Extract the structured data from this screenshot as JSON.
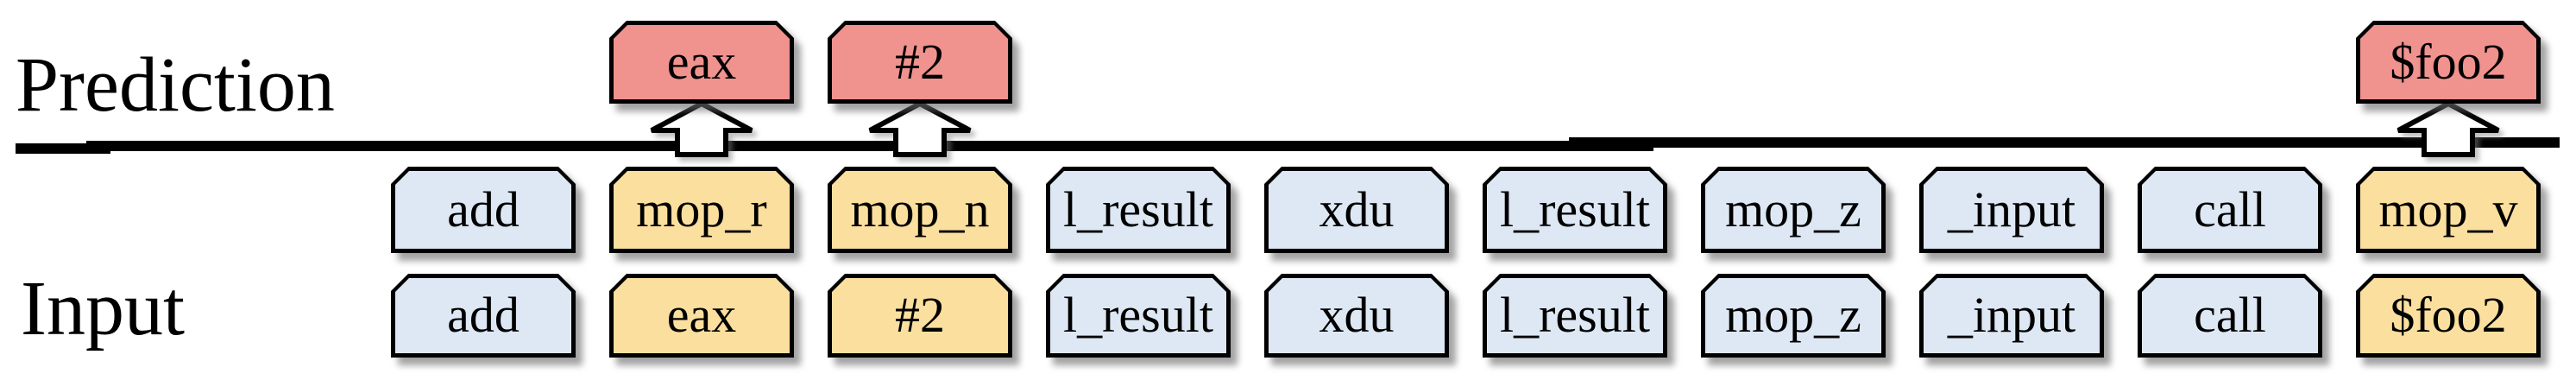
{
  "figure": {
    "prediction_label": "Prediction",
    "input_label": "Input"
  },
  "colors": {
    "predicted": "#f0928e",
    "masked": "#fbdf9e",
    "token": "#dee8f4",
    "border": "#000000",
    "divider": "#000000",
    "arrow_fill": "#ffffff",
    "text": "#000000",
    "background": "#ffffff"
  },
  "rows": {
    "prediction": {
      "tokens": [
        {
          "text": "eax",
          "col": 2
        },
        {
          "text": "#2",
          "col": 3
        },
        {
          "text": "$foo2",
          "col": 10
        }
      ]
    },
    "masked_input": {
      "tokens": [
        {
          "text": "add",
          "type": "normal"
        },
        {
          "text": "mop_r",
          "type": "masked"
        },
        {
          "text": "mop_n",
          "type": "masked"
        },
        {
          "text": "l_result",
          "type": "normal"
        },
        {
          "text": "xdu",
          "type": "normal"
        },
        {
          "text": "l_result",
          "type": "normal"
        },
        {
          "text": "mop_z",
          "type": "normal"
        },
        {
          "text": "_input",
          "type": "normal"
        },
        {
          "text": "call",
          "type": "normal"
        },
        {
          "text": "mop_v",
          "type": "masked"
        }
      ]
    },
    "input": {
      "tokens": [
        {
          "text": "add",
          "type": "normal"
        },
        {
          "text": "eax",
          "type": "masked"
        },
        {
          "text": "#2",
          "type": "masked"
        },
        {
          "text": "l_result",
          "type": "normal"
        },
        {
          "text": "xdu",
          "type": "normal"
        },
        {
          "text": "l_result",
          "type": "normal"
        },
        {
          "text": "mop_z",
          "type": "normal"
        },
        {
          "text": "_input",
          "type": "normal"
        },
        {
          "text": "call",
          "type": "normal"
        },
        {
          "text": "$foo2",
          "type": "masked"
        }
      ]
    }
  }
}
